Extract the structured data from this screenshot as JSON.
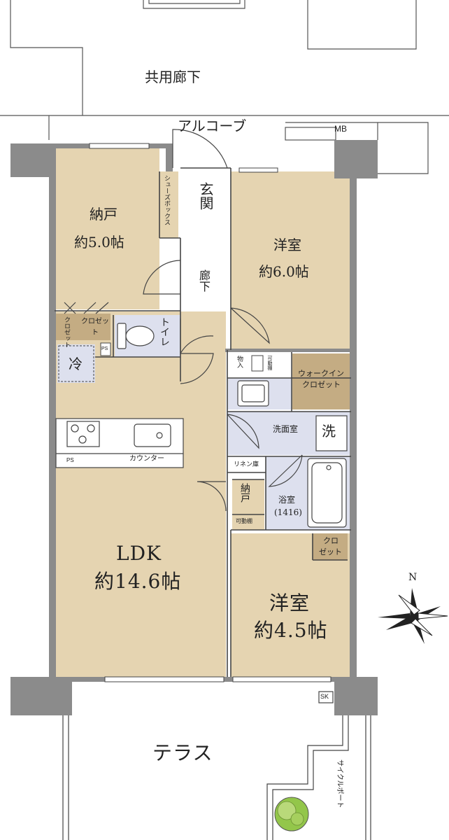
{
  "labels": {
    "corridor": "共用廊下",
    "alcove": "アルコーブ",
    "mb": "MB",
    "storage_a_name": "納戸",
    "storage_a_size": "約5.0帖",
    "shoe_box": "シューズボックス",
    "entrance": "玄関",
    "hallway": "廊下",
    "western_a_name": "洋室",
    "western_a_size": "約6.0帖",
    "closet_1": "クロゼット",
    "closet_2": "クロゼット",
    "toilet": "トイレ",
    "ps": "PS",
    "fridge": "冷",
    "mono_ire": "物入",
    "kadoutana": "可動棚",
    "walk_in": "ウォークイン",
    "walk_in_2": "クロゼット",
    "washroom": "洗面室",
    "washer": "洗",
    "linen": "リネン庫",
    "counter": "カウンター",
    "nando_small": "納戸",
    "bathroom": "浴室",
    "bath_size": "(1416)",
    "ldk_name": "LDK",
    "ldk_size": "約14.6帖",
    "western_b_name": "洋室",
    "western_b_size": "約4.5帖",
    "closet_3a": "クロ",
    "closet_3b": "ゼット",
    "north": "N",
    "sk": "SK",
    "terrace": "テラス",
    "cycle_port": "サイクルポート"
  },
  "colors": {
    "room_beige": "#e5d4b1",
    "storage_brown": "#c4ac83",
    "wet_blue": "#dde0ee",
    "wall_gray": "#8b8b8b",
    "line": "#444444",
    "tree_green": "#93c64a"
  }
}
